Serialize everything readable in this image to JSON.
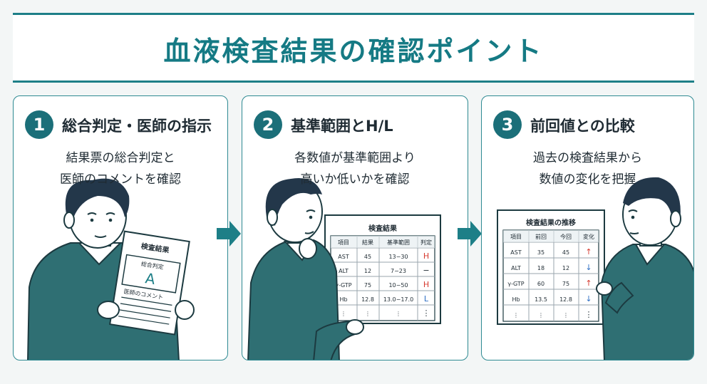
{
  "title": "血液検査結果の確認ポイント",
  "colors": {
    "accent": "#1d7f87",
    "sweater": "#2f6f73",
    "hair": "#23374a",
    "high": "#d63a2f",
    "low": "#2f6fc4"
  },
  "cards": [
    {
      "number": "1",
      "heading": "総合判定・医師の指示",
      "desc_lines": [
        "結果票の総合判定と",
        "医師のコメントを確認"
      ],
      "paper": {
        "title": "検査結果",
        "box_label": "総合判定",
        "grade": "A",
        "comment_label": "医師のコメント"
      }
    },
    {
      "number": "2",
      "heading": "基準範囲とH/L",
      "desc_lines": [
        "各数値が基準範囲より",
        "高いか低いかを確認"
      ],
      "board": {
        "title": "検査結果",
        "headers": [
          "項目",
          "結果",
          "基準範囲",
          "判定"
        ],
        "rows": [
          [
            "AST",
            "45",
            "13−30",
            "H"
          ],
          [
            "ALT",
            "12",
            "7−23",
            "−"
          ],
          [
            "γ-GTP",
            "75",
            "10−50",
            "H"
          ],
          [
            "Hb",
            "12.8",
            "13.0−17.0",
            "L"
          ],
          [
            "⋮",
            "⋮",
            "⋮",
            "⋮"
          ]
        ]
      }
    },
    {
      "number": "3",
      "heading": "前回値との比較",
      "desc_lines": [
        "過去の検査結果から",
        "数値の変化を把握"
      ],
      "board": {
        "title": "検査結果の推移",
        "headers": [
          "項目",
          "前回",
          "今回",
          "変化"
        ],
        "rows": [
          [
            "AST",
            "35",
            "45",
            "↑"
          ],
          [
            "ALT",
            "18",
            "12",
            "↓"
          ],
          [
            "γ-GTP",
            "60",
            "75",
            "↑"
          ],
          [
            "Hb",
            "13.5",
            "12.8",
            "↓"
          ],
          [
            "⋮",
            "⋮",
            "⋮",
            "⋮"
          ]
        ]
      }
    }
  ]
}
